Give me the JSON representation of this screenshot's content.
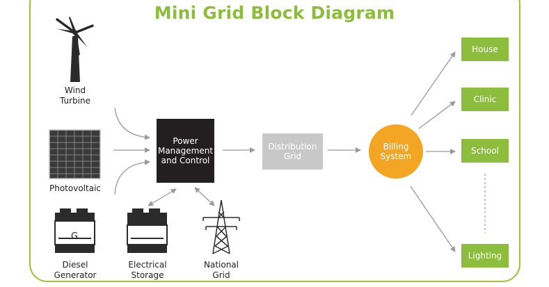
{
  "title": "Mini Grid Block Diagram",
  "sources": {
    "wind_label": [
      "Wind",
      "Turbine"
    ],
    "pv_label": "Photovoltaic",
    "diesel_label": [
      "Diesel",
      "Generator"
    ],
    "diesel_badge": "G",
    "storage_label": [
      "Electrical",
      "Storage"
    ],
    "national_label": [
      "National",
      "Grid"
    ]
  },
  "pmc_label": [
    "Power",
    "Management",
    "and Control"
  ],
  "distribution_label": [
    "Distribution",
    "Grid"
  ],
  "billing_label": [
    "Billing",
    "System"
  ],
  "destinations": {
    "house": "House",
    "clinic": "Clinic",
    "school": "School",
    "lighting": "Lighting"
  },
  "colors": {
    "accent_green": "#8cbd3c",
    "billing_orange": "#f3a623",
    "pmc_black": "#231f20",
    "distribution_gray": "#c8c8c8",
    "arrow_gray": "#9a9a9a"
  }
}
